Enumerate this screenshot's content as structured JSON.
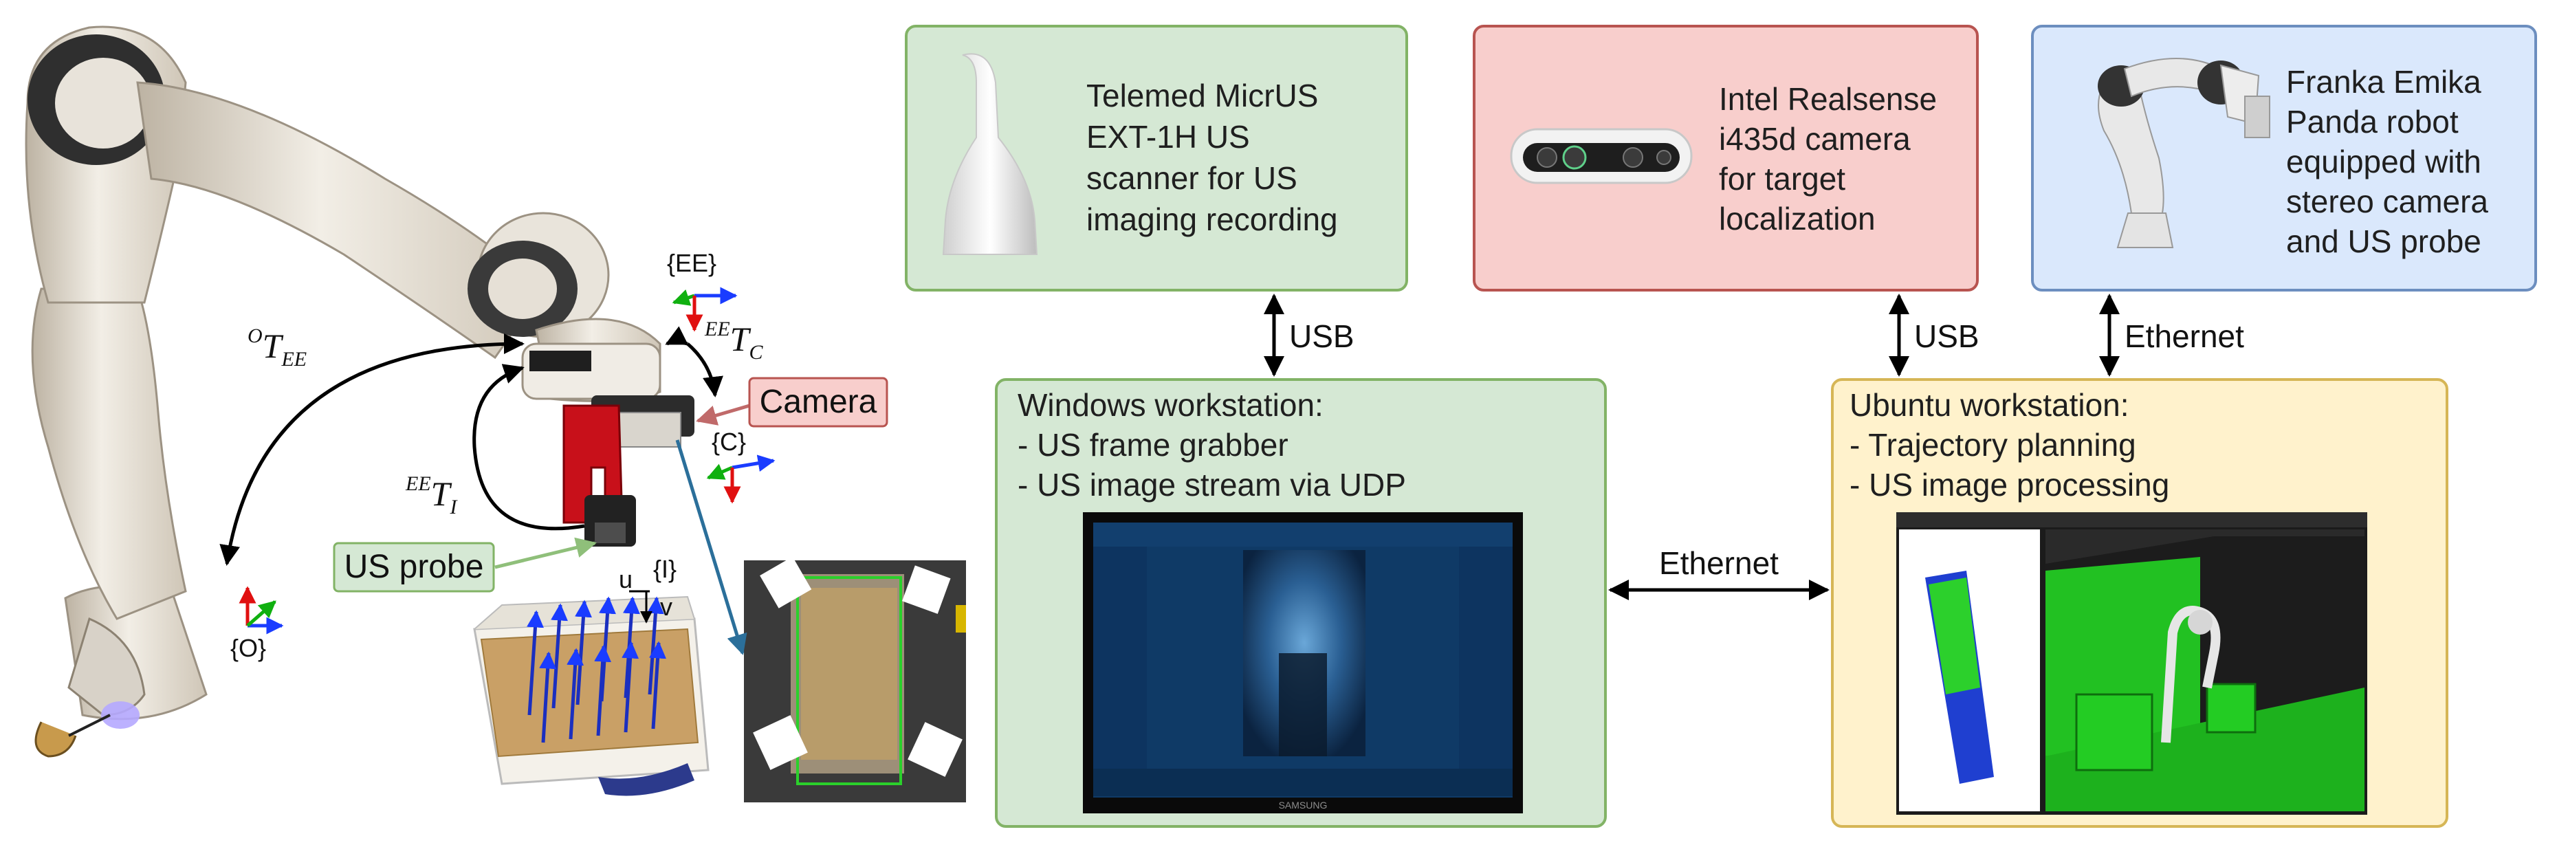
{
  "boxes": {
    "us_scanner": {
      "lines": [
        "Telemed MicrUS",
        "EXT-1H US",
        "scanner for US",
        "imaging recording"
      ],
      "color": "#d5e8d4",
      "border": "#82b366"
    },
    "camera": {
      "lines": [
        "Intel Realsense",
        "i435d camera",
        "for target",
        "localization"
      ],
      "color": "#f8cecc",
      "border": "#b85450"
    },
    "robot": {
      "lines": [
        "Franka Emika",
        "Panda robot",
        "equipped with",
        "stereo camera",
        "and US probe"
      ],
      "color": "#dae8fc",
      "border": "#6c8ebf"
    },
    "windows": {
      "lines": [
        "Windows workstation:",
        "- US frame grabber",
        "- US image stream via UDP"
      ],
      "color": "#d5e8d4",
      "border": "#82b366"
    },
    "ubuntu": {
      "lines": [
        "Ubuntu workstation:",
        "- Trajectory planning",
        "- US image processing"
      ],
      "color": "#fff2cc",
      "border": "#d6b656"
    }
  },
  "connections": {
    "usb_left": "USB",
    "usb_right": "USB",
    "ethernet_robot": "Ethernet",
    "ethernet_middle": "Ethernet"
  },
  "photo_labels": {
    "camera": "Camera",
    "us_probe": "US probe"
  },
  "frames": {
    "ee": "{EE}",
    "c": "{C}",
    "o": "{O}",
    "i": "{I}",
    "u": "u",
    "v": "v"
  },
  "transforms": {
    "o_t_ee": {
      "sup": "O",
      "base": "T",
      "sub": "EE"
    },
    "ee_t_c": {
      "sup": "EE",
      "base": "T",
      "sub": "C"
    },
    "ee_t_i": {
      "sup": "EE",
      "base": "T",
      "sub": "I"
    }
  },
  "screen_text": {
    "samsung": "SAMSUNG"
  },
  "colors": {
    "arrow": "#000000",
    "axis_x": "#1a3cff",
    "axis_y": "#10b010",
    "axis_z": "#e01010",
    "probe_arrow": "#8fbf7a",
    "camera_arrow": "#c06a6a",
    "camera_ray": "#2b6f9a"
  }
}
